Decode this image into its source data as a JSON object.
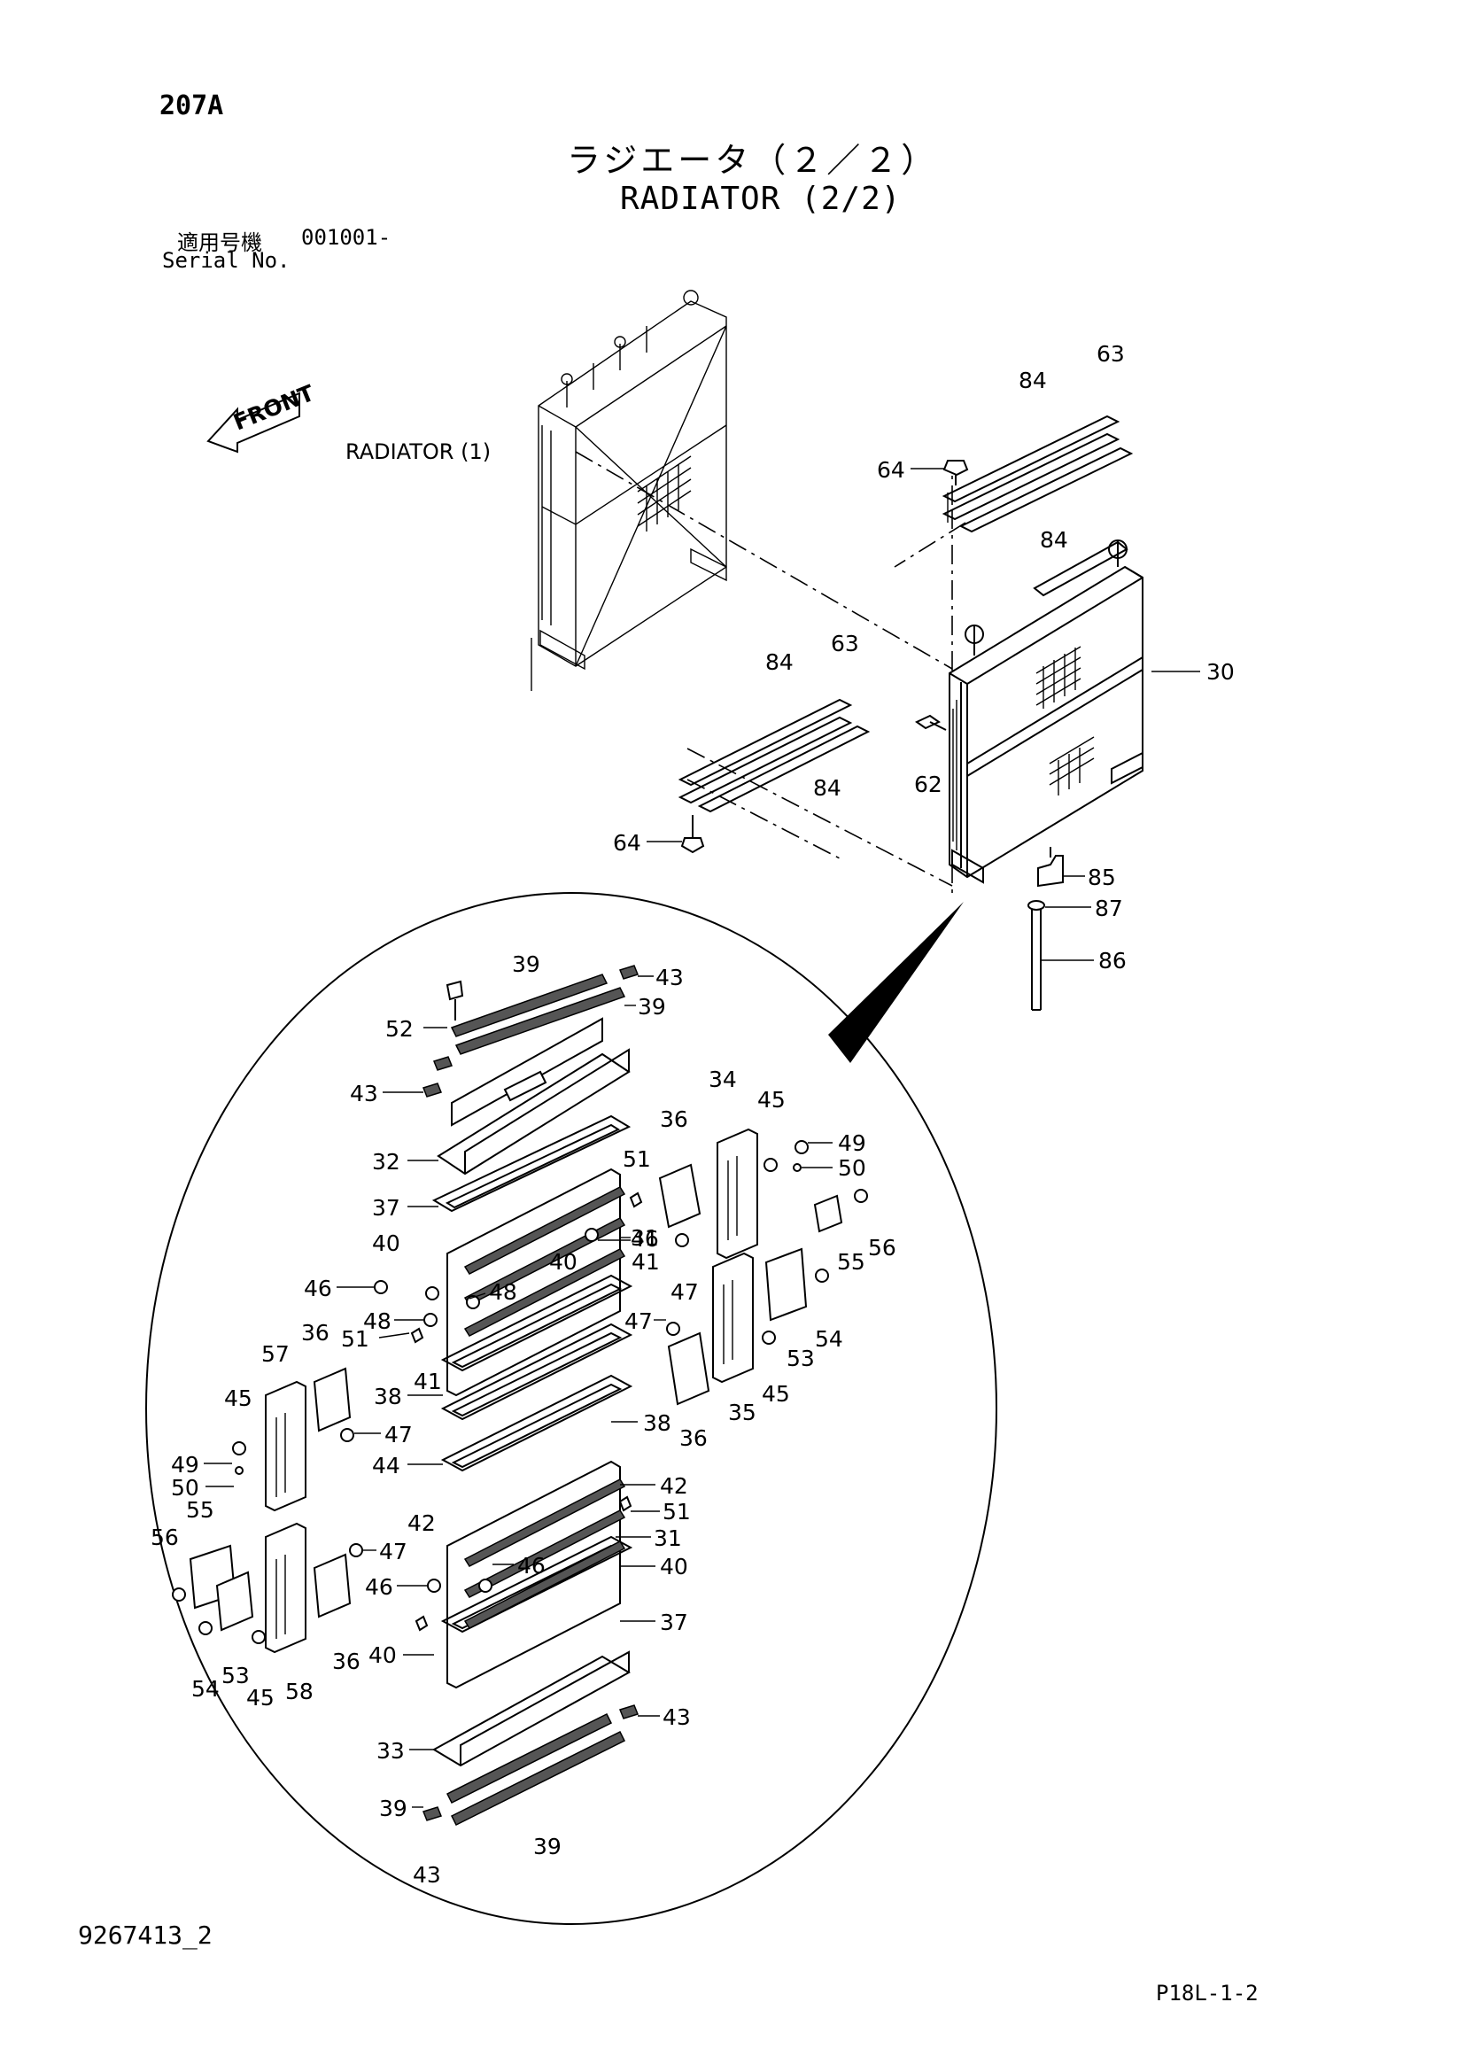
{
  "header": {
    "page_number": "207A",
    "title_jp": "ラジエータ（２／２）",
    "title_en": "RADIATOR (2/2)",
    "serial_label_jp": "適用号機",
    "serial_value": "001001-",
    "serial_label_en": "Serial No."
  },
  "diagram": {
    "front_arrow_label": "FRONT",
    "reference_label": "RADIATOR (1)",
    "callouts": [
      "30",
      "31",
      "31",
      "32",
      "33",
      "34",
      "35",
      "36",
      "36",
      "36",
      "36",
      "37",
      "37",
      "38",
      "38",
      "39",
      "39",
      "39",
      "39",
      "40",
      "40",
      "40",
      "40",
      "41",
      "41",
      "42",
      "42",
      "43",
      "43",
      "43",
      "43",
      "44",
      "45",
      "45",
      "45",
      "45",
      "46",
      "46",
      "46",
      "46",
      "47",
      "47",
      "47",
      "47",
      "48",
      "48",
      "49",
      "49",
      "50",
      "50",
      "51",
      "51",
      "51",
      "52",
      "53",
      "53",
      "54",
      "54",
      "55",
      "55",
      "56",
      "56",
      "57",
      "58",
      "62",
      "63",
      "63",
      "64",
      "64",
      "84",
      "84",
      "84",
      "84",
      "85",
      "86",
      "87"
    ]
  },
  "footer": {
    "drawing_number": "9267413_2",
    "page_code": "P18L-1-2"
  }
}
